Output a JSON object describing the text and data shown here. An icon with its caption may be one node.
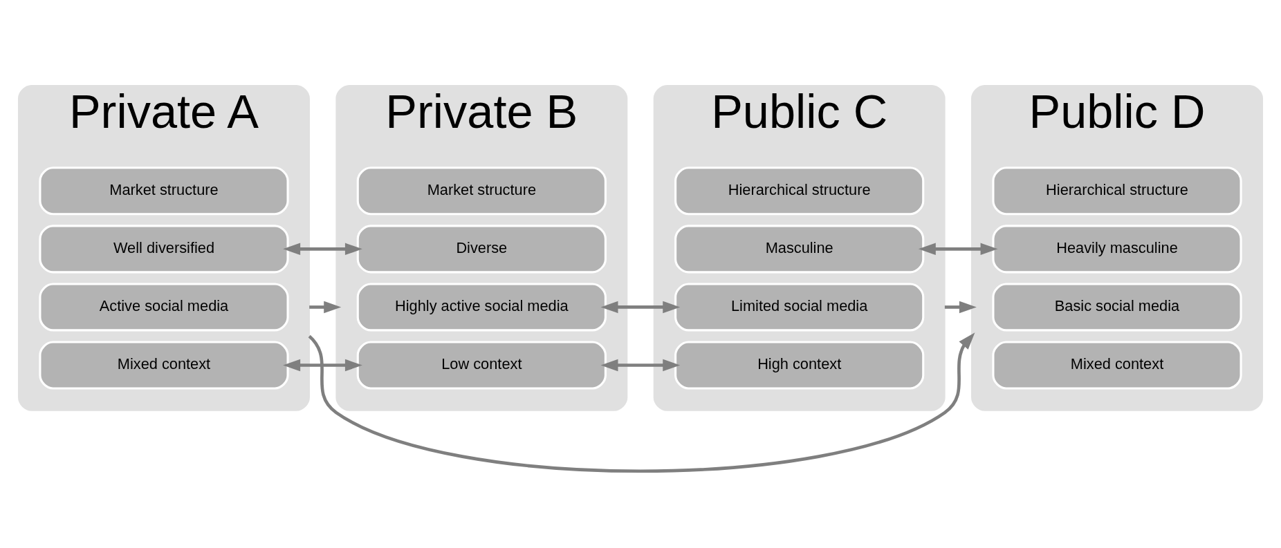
{
  "diagram": {
    "nodes": [
      {
        "text": [
          "Private A"
        ]
      },
      {
        "text": [
          "Market structure"
        ],
        "in": 0
      },
      {
        "text": [
          "Well diversified"
        ],
        "in": 0
      },
      {
        "text": [
          "Active social media"
        ],
        "in": 0
      },
      {
        "text": [
          "Mixed context"
        ],
        "in": 0
      },
      {
        "text": [
          "Private B"
        ]
      },
      {
        "text": [
          "Market structure"
        ],
        "in": 5
      },
      {
        "text": [
          "Diverse"
        ],
        "in": 5
      },
      {
        "text": [
          "Highly active social media"
        ],
        "in": 5
      },
      {
        "text": [
          "Low context"
        ],
        "in": 5
      },
      {
        "text": [
          "Public C"
        ]
      },
      {
        "text": [
          "Hierarchical structure"
        ],
        "in": 10
      },
      {
        "text": [
          "Masculine"
        ],
        "in": 10
      },
      {
        "text": [
          "Limited social media"
        ],
        "in": 10
      },
      {
        "text": [
          "High context"
        ],
        "in": 10
      },
      {
        "text": [
          "Public D"
        ]
      },
      {
        "text": [
          "Hierarchical structure"
        ],
        "in": 15
      },
      {
        "text": [
          "Heavily masculine"
        ],
        "in": 15
      },
      {
        "text": [
          "Basic social media"
        ],
        "in": 15
      },
      {
        "text": [
          "Mixed context"
        ],
        "in": 15
      }
    ],
    "edges": [
      {
        "from": 0,
        "to": 5,
        "arrow": "to"
      },
      {
        "from": 10,
        "to": 15,
        "arrow": "to"
      },
      {
        "from": 0,
        "to": 15,
        "arrow": "to"
      },
      {
        "from": 2,
        "to": 7,
        "arrow": "both"
      },
      {
        "from": 4,
        "to": 9,
        "arrow": "both"
      },
      {
        "from": 8,
        "to": 13,
        "arrow": "both"
      },
      {
        "from": 9,
        "to": 14,
        "arrow": "both"
      },
      {
        "from": 12,
        "to": 17,
        "arrow": "both"
      }
    ]
  }
}
